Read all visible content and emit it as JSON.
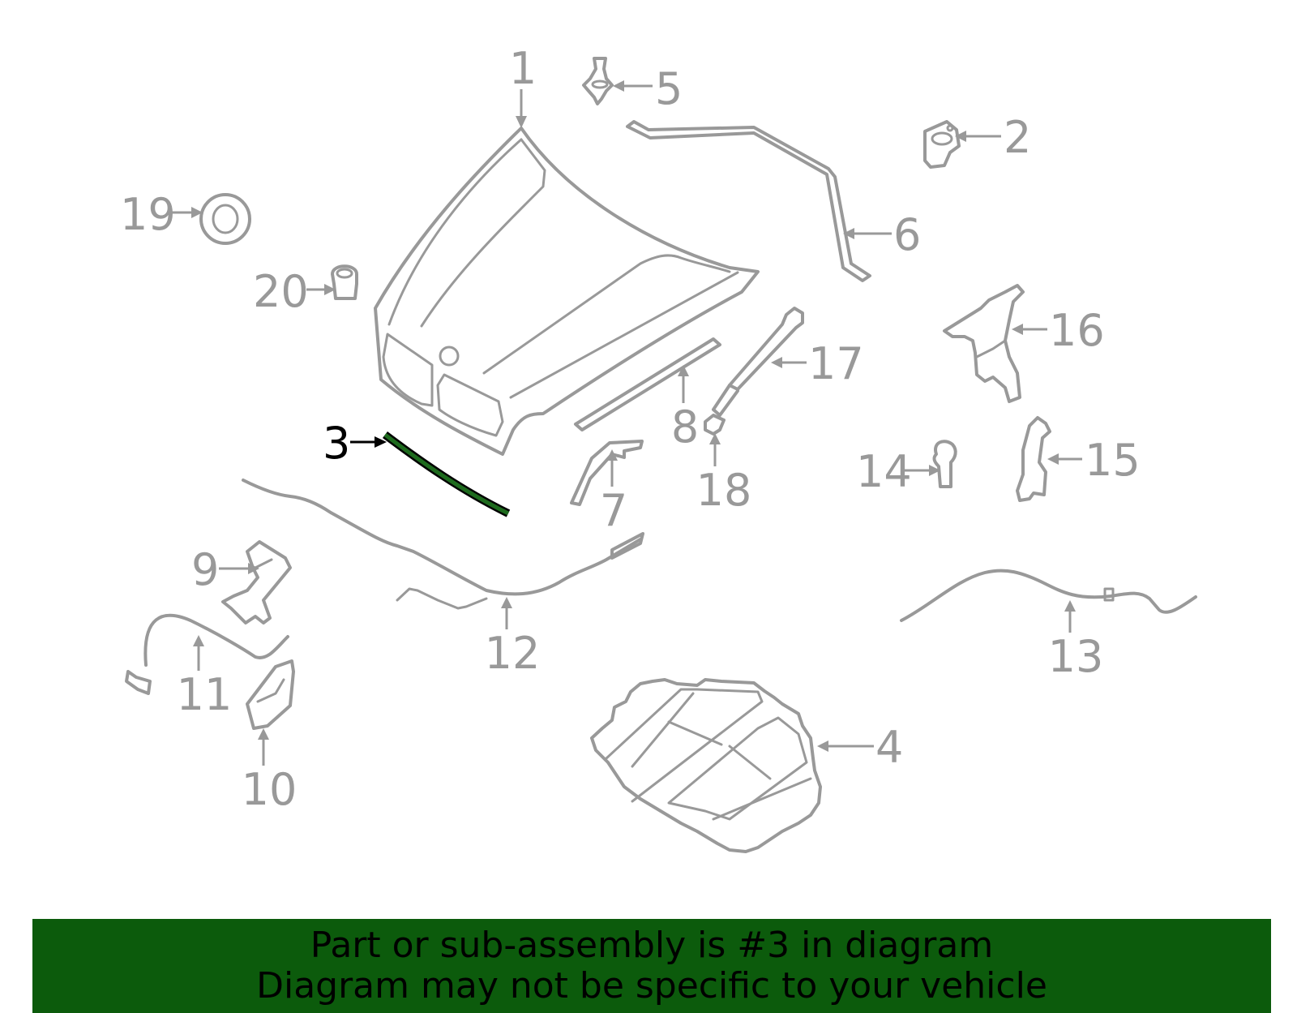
{
  "highlight_color": "#1e6b1e",
  "part_color": "#999999",
  "banner": {
    "background": "#0c5b0c",
    "line1": "Part or sub-assembly is #3 in diagram",
    "line2": "Diagram may not be specific to your vehicle"
  },
  "callouts": [
    {
      "id": "1",
      "label": "1"
    },
    {
      "id": "2",
      "label": "2"
    },
    {
      "id": "3",
      "label": "3",
      "highlighted": true
    },
    {
      "id": "4",
      "label": "4"
    },
    {
      "id": "5",
      "label": "5"
    },
    {
      "id": "6",
      "label": "6"
    },
    {
      "id": "7",
      "label": "7"
    },
    {
      "id": "8",
      "label": "8"
    },
    {
      "id": "9",
      "label": "9"
    },
    {
      "id": "10",
      "label": "10"
    },
    {
      "id": "11",
      "label": "11"
    },
    {
      "id": "12",
      "label": "12"
    },
    {
      "id": "13",
      "label": "13"
    },
    {
      "id": "14",
      "label": "14"
    },
    {
      "id": "15",
      "label": "15"
    },
    {
      "id": "16",
      "label": "16"
    },
    {
      "id": "17",
      "label": "17"
    },
    {
      "id": "18",
      "label": "18"
    },
    {
      "id": "19",
      "label": "19"
    },
    {
      "id": "20",
      "label": "20"
    }
  ]
}
